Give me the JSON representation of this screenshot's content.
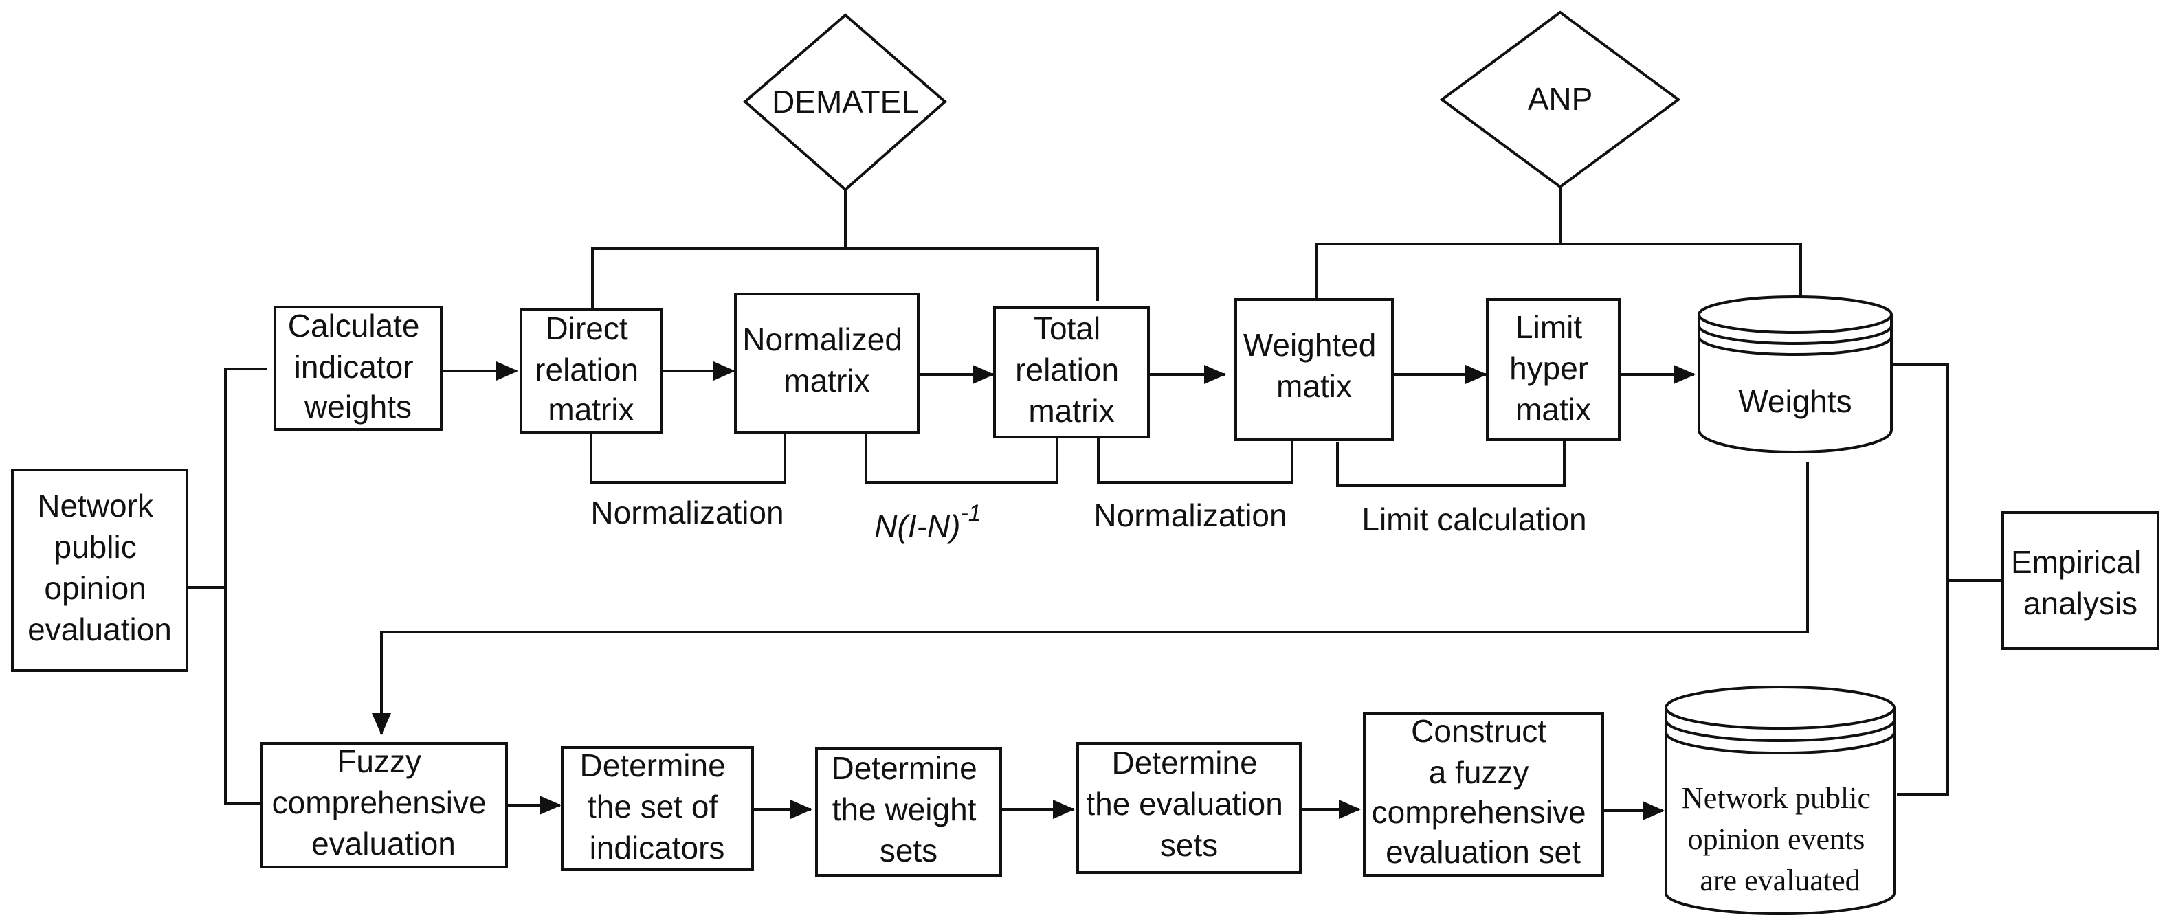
{
  "nodes": {
    "network_eval": [
      "Network",
      "public",
      "opinion",
      "evaluation"
    ],
    "calc_weights": [
      "Calculate",
      "indicator",
      "weights"
    ],
    "direct_relation": [
      "Direct",
      "relation",
      "matrix"
    ],
    "normalized_matrix": [
      "Normalized",
      "matrix"
    ],
    "total_relation": [
      "Total",
      "relation",
      "matrix"
    ],
    "weighted_matix": [
      "Weighted",
      "matix"
    ],
    "limit_hyper": [
      "Limit",
      "hyper",
      "matix"
    ],
    "weights": [
      "Weights"
    ],
    "empirical": [
      "Empirical",
      "analysis"
    ],
    "fuzzy_eval": [
      "Fuzzy",
      "comprehensive",
      "evaluation"
    ],
    "indicator_set": [
      "Determine",
      "the set of",
      "indicators"
    ],
    "weight_sets": [
      "Determine",
      "the weight",
      "sets"
    ],
    "evaluation_sets": [
      "Determine",
      "the evaluation",
      "sets"
    ],
    "construct_fuzzy": [
      "Construct",
      "a fuzzy",
      "comprehensive",
      "evaluation set"
    ],
    "events_evaluated": [
      "Network public",
      "opinion events",
      "are evaluated"
    ]
  },
  "methods": {
    "dematel": "DEMATEL",
    "anp": "ANP"
  },
  "edge_labels": {
    "normalization_1": "Normalization",
    "inverse_formula_base": "N(I-N)",
    "inverse_formula_exp": "-1",
    "normalization_2": "Normalization",
    "limit_calculation": "Limit calculation"
  }
}
